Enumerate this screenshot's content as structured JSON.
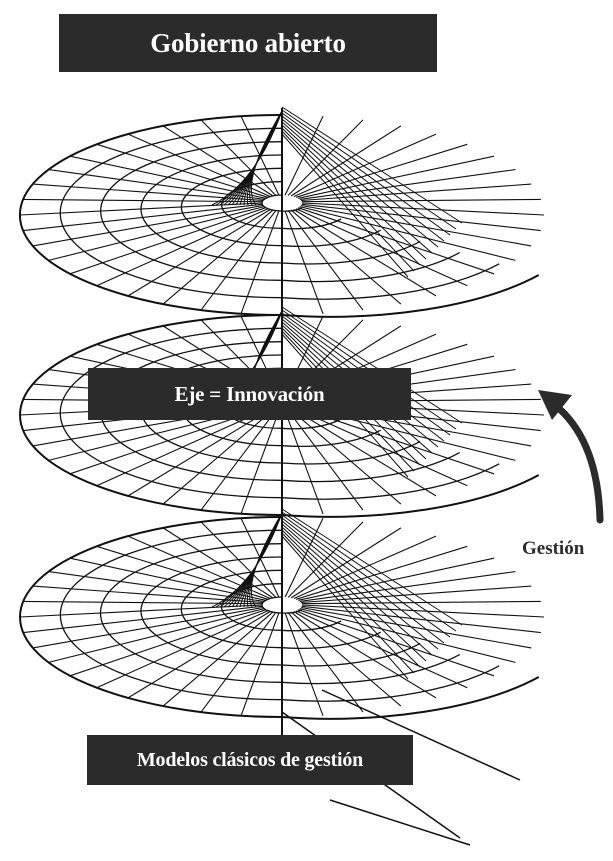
{
  "diagram": {
    "title": "Gobierno abierto",
    "axis_label": "Eje = Innovación",
    "base_label": "Modelos clásicos de gestión",
    "arrow_label": "Gestión",
    "spiral_levels": 3,
    "line_color": "#111111",
    "box_color": "#2b2b2b",
    "box_text_color": "#ffffff"
  }
}
